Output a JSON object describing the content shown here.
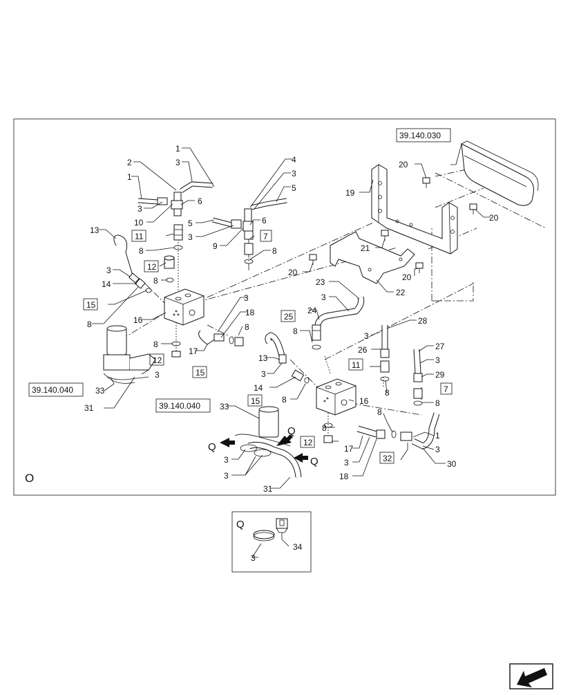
{
  "frame_label": "O",
  "references": {
    "top_right": "39.140.030",
    "left": "39.140.040",
    "center": "39.140.040"
  },
  "labels": {
    "n1": "1",
    "n2": "2",
    "n3": "3",
    "n4": "4",
    "n5": "5",
    "n6": "6",
    "n7": "7",
    "n8": "8",
    "n9": "9",
    "n10": "10",
    "n11": "11",
    "n12": "12",
    "n13": "13",
    "n14": "14",
    "n15": "15",
    "n16": "16",
    "n17": "17",
    "n18": "18",
    "n19": "19",
    "n20": "20",
    "n21": "21",
    "n22": "22",
    "n23": "23",
    "n24": "24",
    "n25": "25",
    "n26": "26",
    "n27": "27",
    "n28": "28",
    "n29": "29",
    "n30": "30",
    "n31": "31",
    "n32": "32",
    "n33": "33",
    "n34": "34"
  },
  "view_marker": "Q",
  "inset": {
    "title": "Q",
    "item_a": "3",
    "item_b": "34"
  },
  "nav_icon": "next-page-arrow-icon"
}
